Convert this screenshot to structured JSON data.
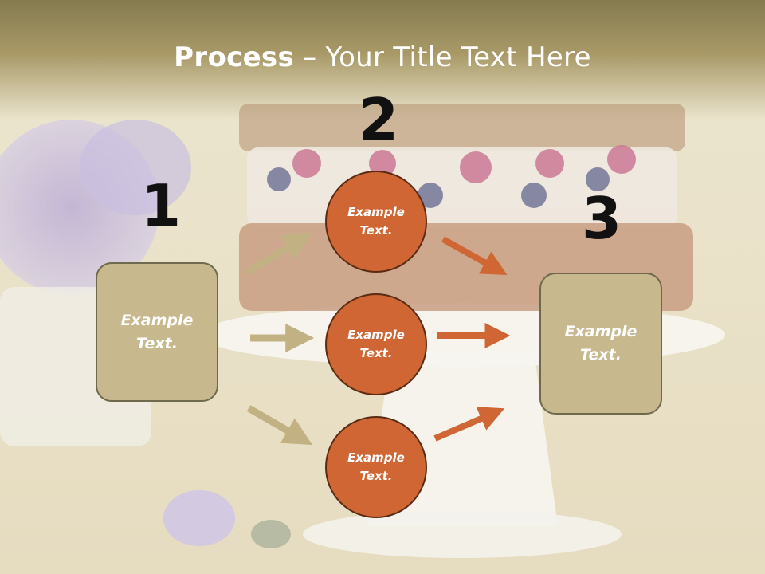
{
  "slide": {
    "title_bold": "Process",
    "title_rest": " – Your Title Text Here"
  },
  "steps": {
    "step1_number": "1",
    "step2_number": "2",
    "step3_number": "3"
  },
  "left_box": {
    "line1": "Example",
    "line2": "Text."
  },
  "right_box": {
    "line1": "Example",
    "line2": "Text."
  },
  "circles": [
    {
      "line1": "Example",
      "line2": "Text."
    },
    {
      "line1": "Example",
      "line2": "Text."
    },
    {
      "line1": "Example",
      "line2": "Text."
    }
  ],
  "colors": {
    "box_fill": "#c8b88d",
    "circle_fill": "#cf6633",
    "tan_arrow": "#c2b283",
    "orange_arrow": "#cf6633",
    "title_band": "#a89967"
  }
}
